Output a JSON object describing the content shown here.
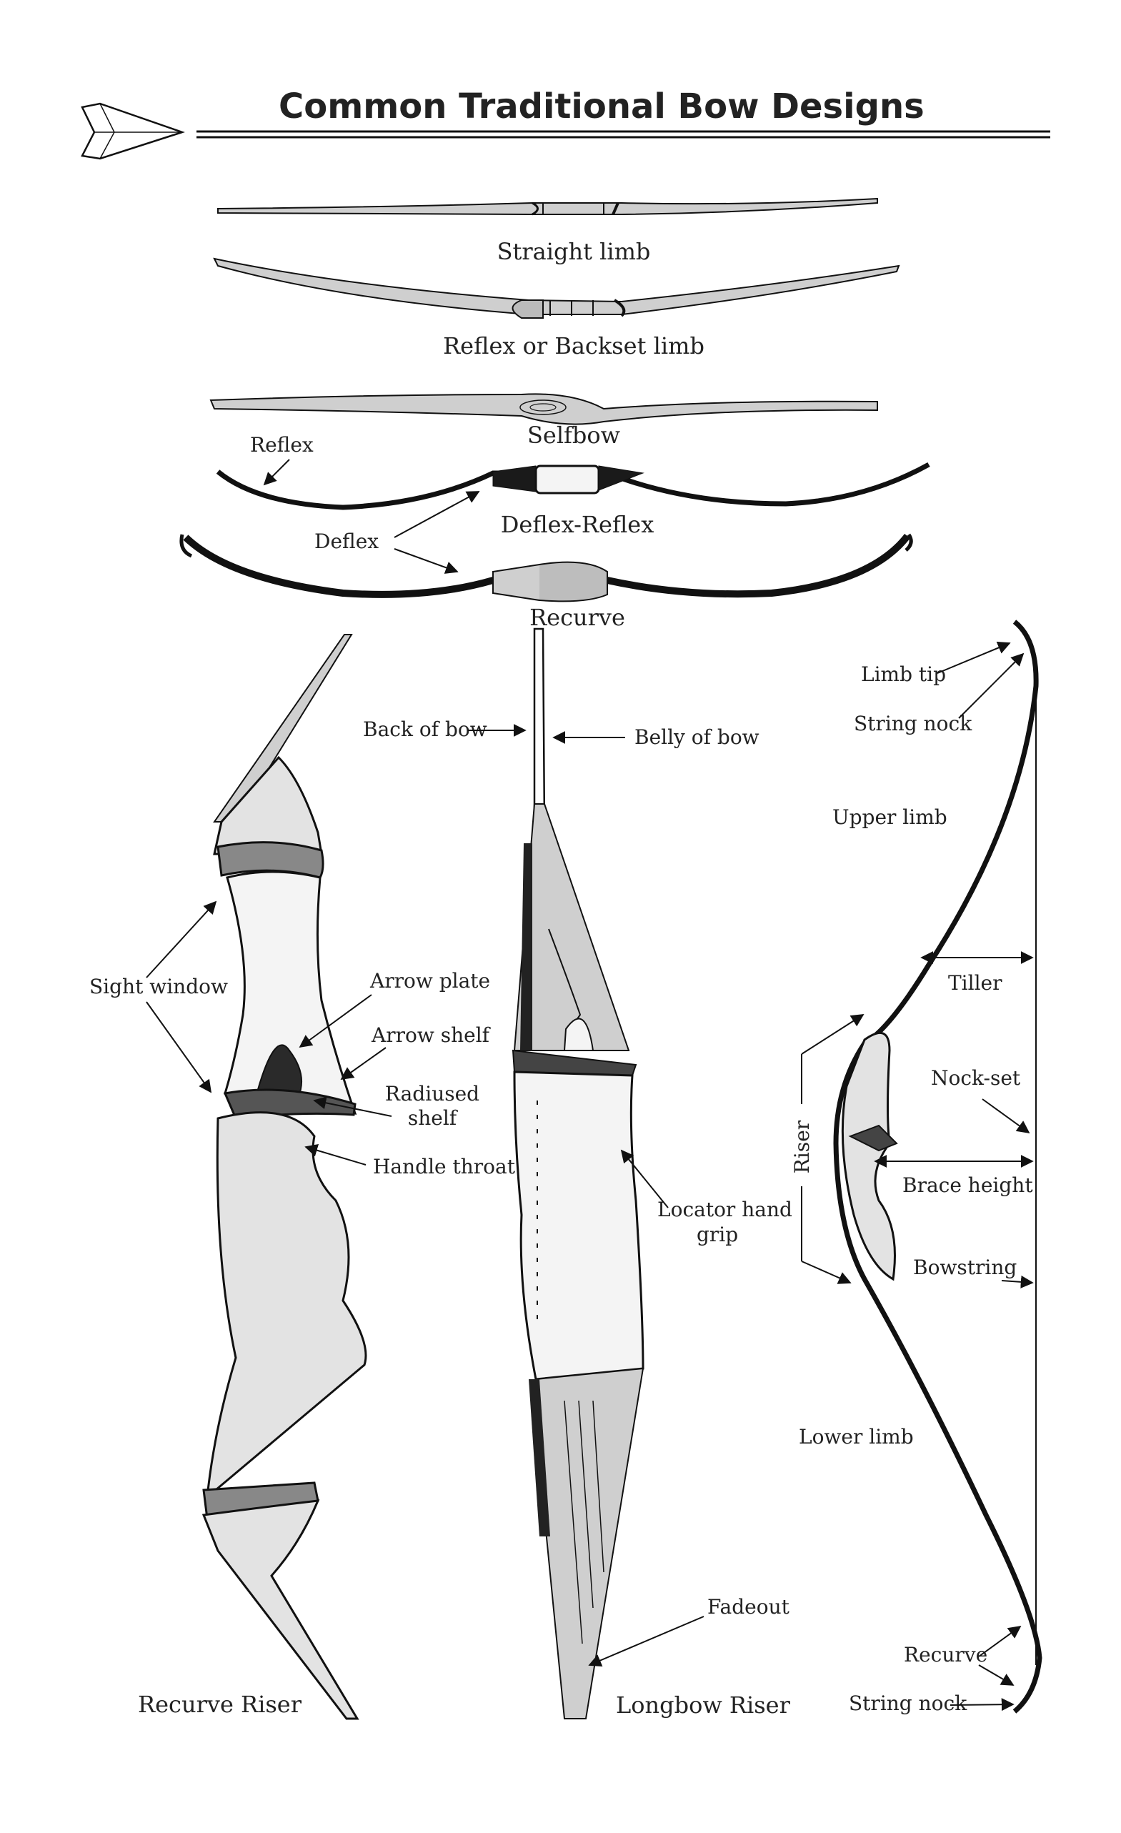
{
  "title": "Common Traditional Bow Designs",
  "bow_designs": [
    {
      "label": "Straight limb"
    },
    {
      "label": "Reflex or Backset limb"
    },
    {
      "label": "Selfbow"
    },
    {
      "label": "Deflex-Reflex"
    },
    {
      "label": "Recurve"
    }
  ],
  "profile_labels": {
    "reflex": "Reflex",
    "deflex": "Deflex"
  },
  "recurve_riser": {
    "caption": "Recurve Riser",
    "sight_window": "Sight window",
    "arrow_plate": "Arrow plate",
    "arrow_shelf": "Arrow shelf",
    "radiused_shelf_line1": "Radiused",
    "radiused_shelf_line2": "shelf",
    "handle_throat": "Handle throat"
  },
  "longbow_riser": {
    "caption": "Longbow Riser",
    "back_of_bow": "Back of bow",
    "belly_of_bow": "Belly of bow",
    "locator_line1": "Locator hand",
    "locator_line2": "grip",
    "fadeout": "Fadeout"
  },
  "braced_bow": {
    "limb_tip": "Limb tip",
    "string_nock_top": "String nock",
    "upper_limb": "Upper limb",
    "tiller": "Tiller",
    "nock_set": "Nock-set",
    "riser": "Riser",
    "brace_height": "Brace height",
    "bowstring": "Bowstring",
    "lower_limb": "Lower limb",
    "recurve": "Recurve",
    "string_nock_bottom": "String nock"
  }
}
